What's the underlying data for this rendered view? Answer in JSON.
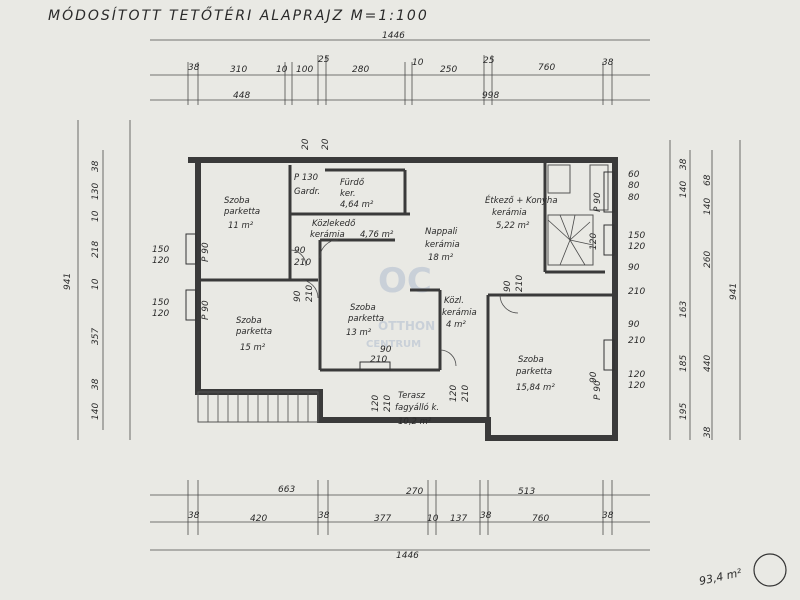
{
  "title": "MÓDOSÍTOTT TETŐTÉRI ALAPRAJZ M=1:100",
  "top_dims": {
    "overall": "1446",
    "segments": [
      "38",
      "310",
      "10",
      "100",
      "25",
      "280",
      "10",
      "250",
      "25",
      "760",
      "38"
    ],
    "sub_left": "448",
    "sub_right": "998",
    "posts": [
      "20",
      "20"
    ]
  },
  "bottom_dims": {
    "row1": [
      "663",
      "270",
      "513"
    ],
    "row2": [
      "38",
      "420",
      "38",
      "377",
      "10",
      "137",
      "38",
      "760",
      "38"
    ],
    "overall": "1446"
  },
  "left_dims": {
    "overall": "941",
    "segments": [
      "38",
      "130",
      "10",
      "218",
      "10",
      "357",
      "38",
      "140"
    ],
    "openings": [
      "150",
      "120",
      "150",
      "120"
    ]
  },
  "right_dims": {
    "outer": [
      "68",
      "140",
      "260",
      "941"
    ],
    "middle": [
      "38",
      "140",
      "163",
      "185",
      "440",
      "195",
      "38"
    ],
    "openings": [
      "60",
      "80",
      "80",
      "150",
      "120",
      "90",
      "210",
      "90",
      "210",
      "120",
      "120",
      "90",
      "120"
    ]
  },
  "rooms": [
    {
      "name": "Szoba",
      "floor": "parketta",
      "area": "11 m²"
    },
    {
      "name": "P 130",
      "floor": "Gardr.",
      "area": ""
    },
    {
      "name": "Fürdő",
      "floor": "ker.",
      "area": "4,64 m²"
    },
    {
      "name": "Közlekedő",
      "floor": "kerámia",
      "area": "4,76 m²"
    },
    {
      "name": "Nappali",
      "floor": "kerámia",
      "area": "18 m²"
    },
    {
      "name": "Étkező + Konyha",
      "floor": "kerámia",
      "area": "5,22 m²"
    },
    {
      "name": "Szoba",
      "floor": "parketta",
      "area": "15 m²"
    },
    {
      "name": "Szoba",
      "floor": "parketta",
      "area": "13 m²"
    },
    {
      "name": "Közl.",
      "floor": "kerámia",
      "area": "4 m²"
    },
    {
      "name": "Szoba",
      "floor": "parketta",
      "area": "15,84 m²"
    },
    {
      "name": "Terasz",
      "floor": "fagyálló k.",
      "area": "10,2 m²"
    }
  ],
  "door_labels": [
    "90",
    "210",
    "90",
    "210",
    "90",
    "210",
    "90",
    "210",
    "120",
    "210",
    "120",
    "210",
    "P 90",
    "P 90",
    "P 90",
    "P 90"
  ],
  "watermark": {
    "brand": "OTTHON",
    "sub": "CENTRUM"
  },
  "corner_note": "93,4 m²",
  "colors": {
    "paper": "#e9e9e4",
    "ink": "#3a3a3a",
    "watermark": "#c9d0d8"
  }
}
